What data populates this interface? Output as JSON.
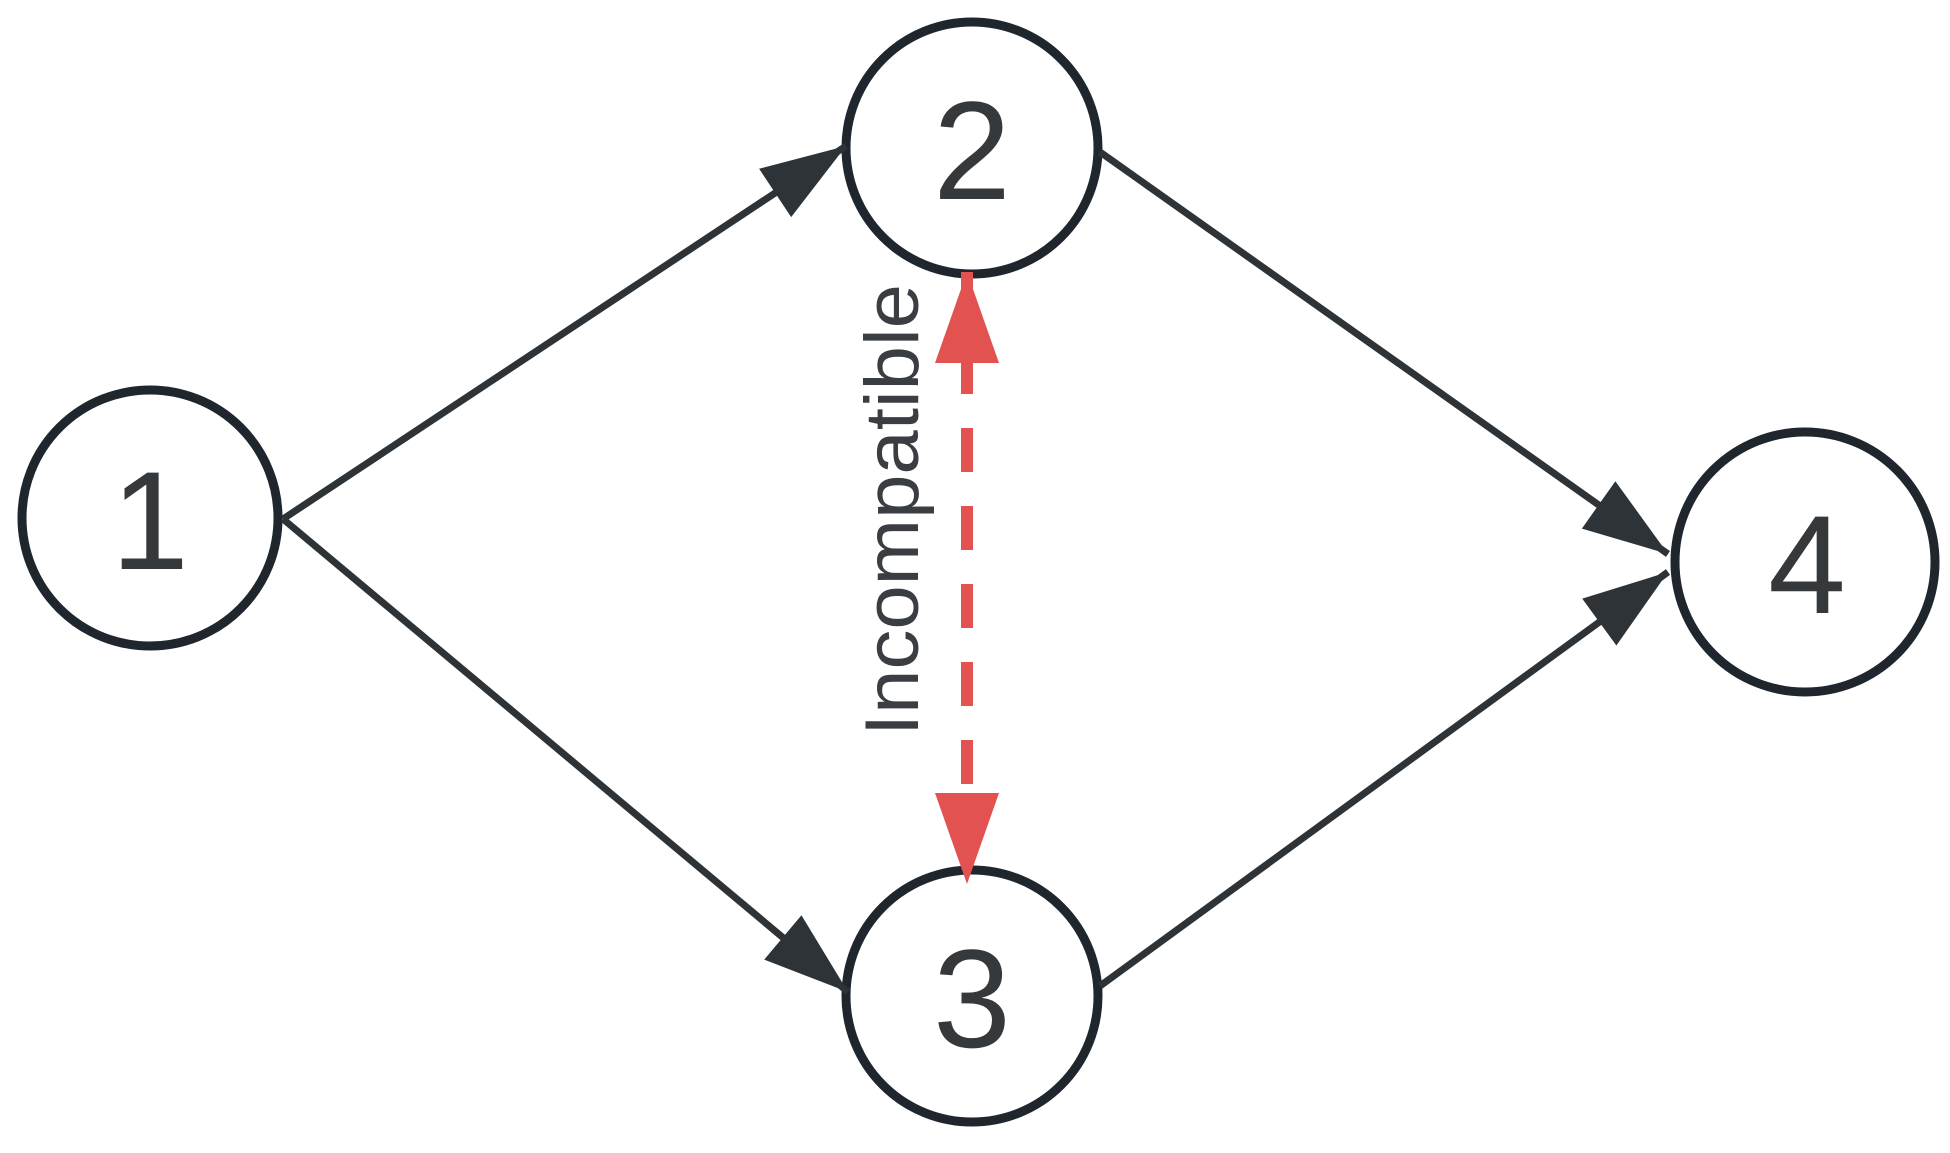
{
  "diagram": {
    "type": "directed-graph",
    "background": "#ffffff",
    "nodes": [
      {
        "id": "1",
        "label": "1"
      },
      {
        "id": "2",
        "label": "2"
      },
      {
        "id": "3",
        "label": "3"
      },
      {
        "id": "4",
        "label": "4"
      }
    ],
    "edges": [
      {
        "from": "1",
        "to": "2",
        "style": "solid",
        "direction": "one-way"
      },
      {
        "from": "1",
        "to": "3",
        "style": "solid",
        "direction": "one-way"
      },
      {
        "from": "2",
        "to": "4",
        "style": "solid",
        "direction": "one-way"
      },
      {
        "from": "3",
        "to": "4",
        "style": "solid",
        "direction": "one-way"
      },
      {
        "from": "2",
        "to": "3",
        "style": "dashed",
        "direction": "two-way",
        "label": "Incompatible"
      }
    ],
    "incompatible": {
      "label": "Incompatible",
      "color": "#e25250"
    },
    "colors": {
      "node_stroke": "#20262e",
      "node_fill": "#ffffff",
      "edge": "#2e3337",
      "text": "#36393c",
      "incompatible": "#e25250"
    }
  }
}
